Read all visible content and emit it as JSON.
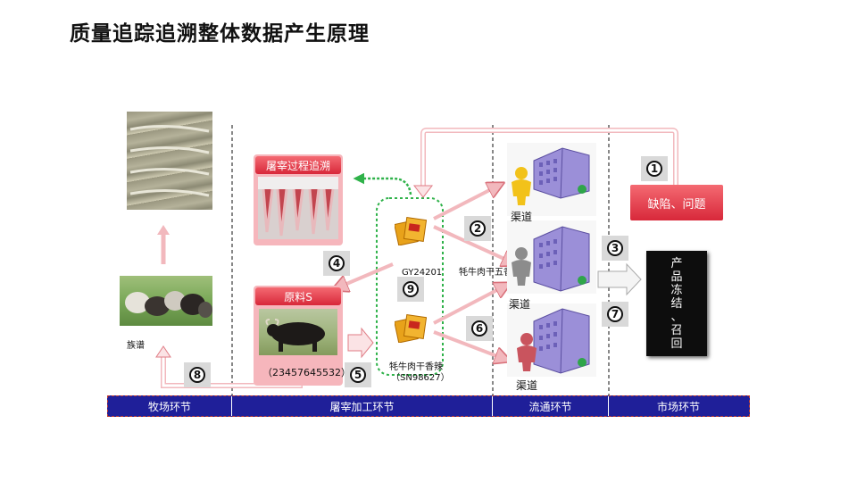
{
  "title": "质量追踪追溯整体数据产生原理",
  "stages": [
    "牧场环节",
    "屠宰加工环节",
    "流通环节",
    "市场环节"
  ],
  "labels": {
    "slaughter_trace": "屠宰过程追溯",
    "raw_material": "原料S",
    "genealogy": "族谱",
    "cattle_id": "（23457645532）",
    "batch_code": "GY24201",
    "product_five_spice": "牦牛肉干五香",
    "product_spicy": "牦牛肉干香辣",
    "product_spicy_code": "（SN98627）",
    "channel": "渠道",
    "defect": "缺陷、问题",
    "recall_chars": [
      "产",
      "品",
      "冻",
      "结",
      "、",
      "召",
      "回"
    ]
  },
  "step_numbers": {
    "s1": "1",
    "s2": "2",
    "s3": "3",
    "s4": "4",
    "s5": "5",
    "s6": "6",
    "s7": "7",
    "s8": "8",
    "s9": "9"
  },
  "colors": {
    "stage_bar": "#1f1f99",
    "flow_arrow": "#f2b8bd",
    "red_label": "#e23a48",
    "green_dashed": "#2fb24a",
    "building": "#9b8fd8"
  },
  "icons": [
    "person-yellow-icon",
    "person-gray-icon",
    "person-red-icon",
    "building-icon",
    "product-pack-icon"
  ]
}
